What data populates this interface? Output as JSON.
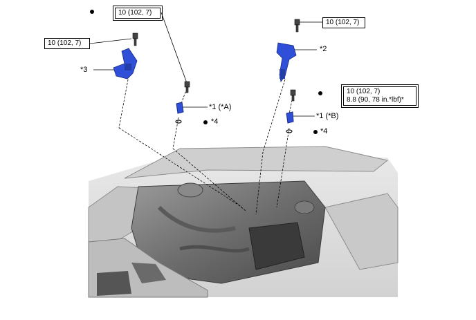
{
  "torque_boxes": {
    "top_left": "10 (102, 7)",
    "left": "10 (102, 7)",
    "top_right": "10 (102, 7)",
    "right_line1": "10 (102, 7)",
    "right_line2": "8.8 (90, 78 in.*lbf)*"
  },
  "labels": {
    "part2": "*2",
    "part3": "*3",
    "part1a": "*1 (*A)",
    "part1b": "*1 (*B)",
    "part4a": "*4",
    "part4b": "*4"
  },
  "colors": {
    "part_blue": "#2f4fd8",
    "leader": "#000000",
    "engine_gray": "#b8b8b8"
  }
}
